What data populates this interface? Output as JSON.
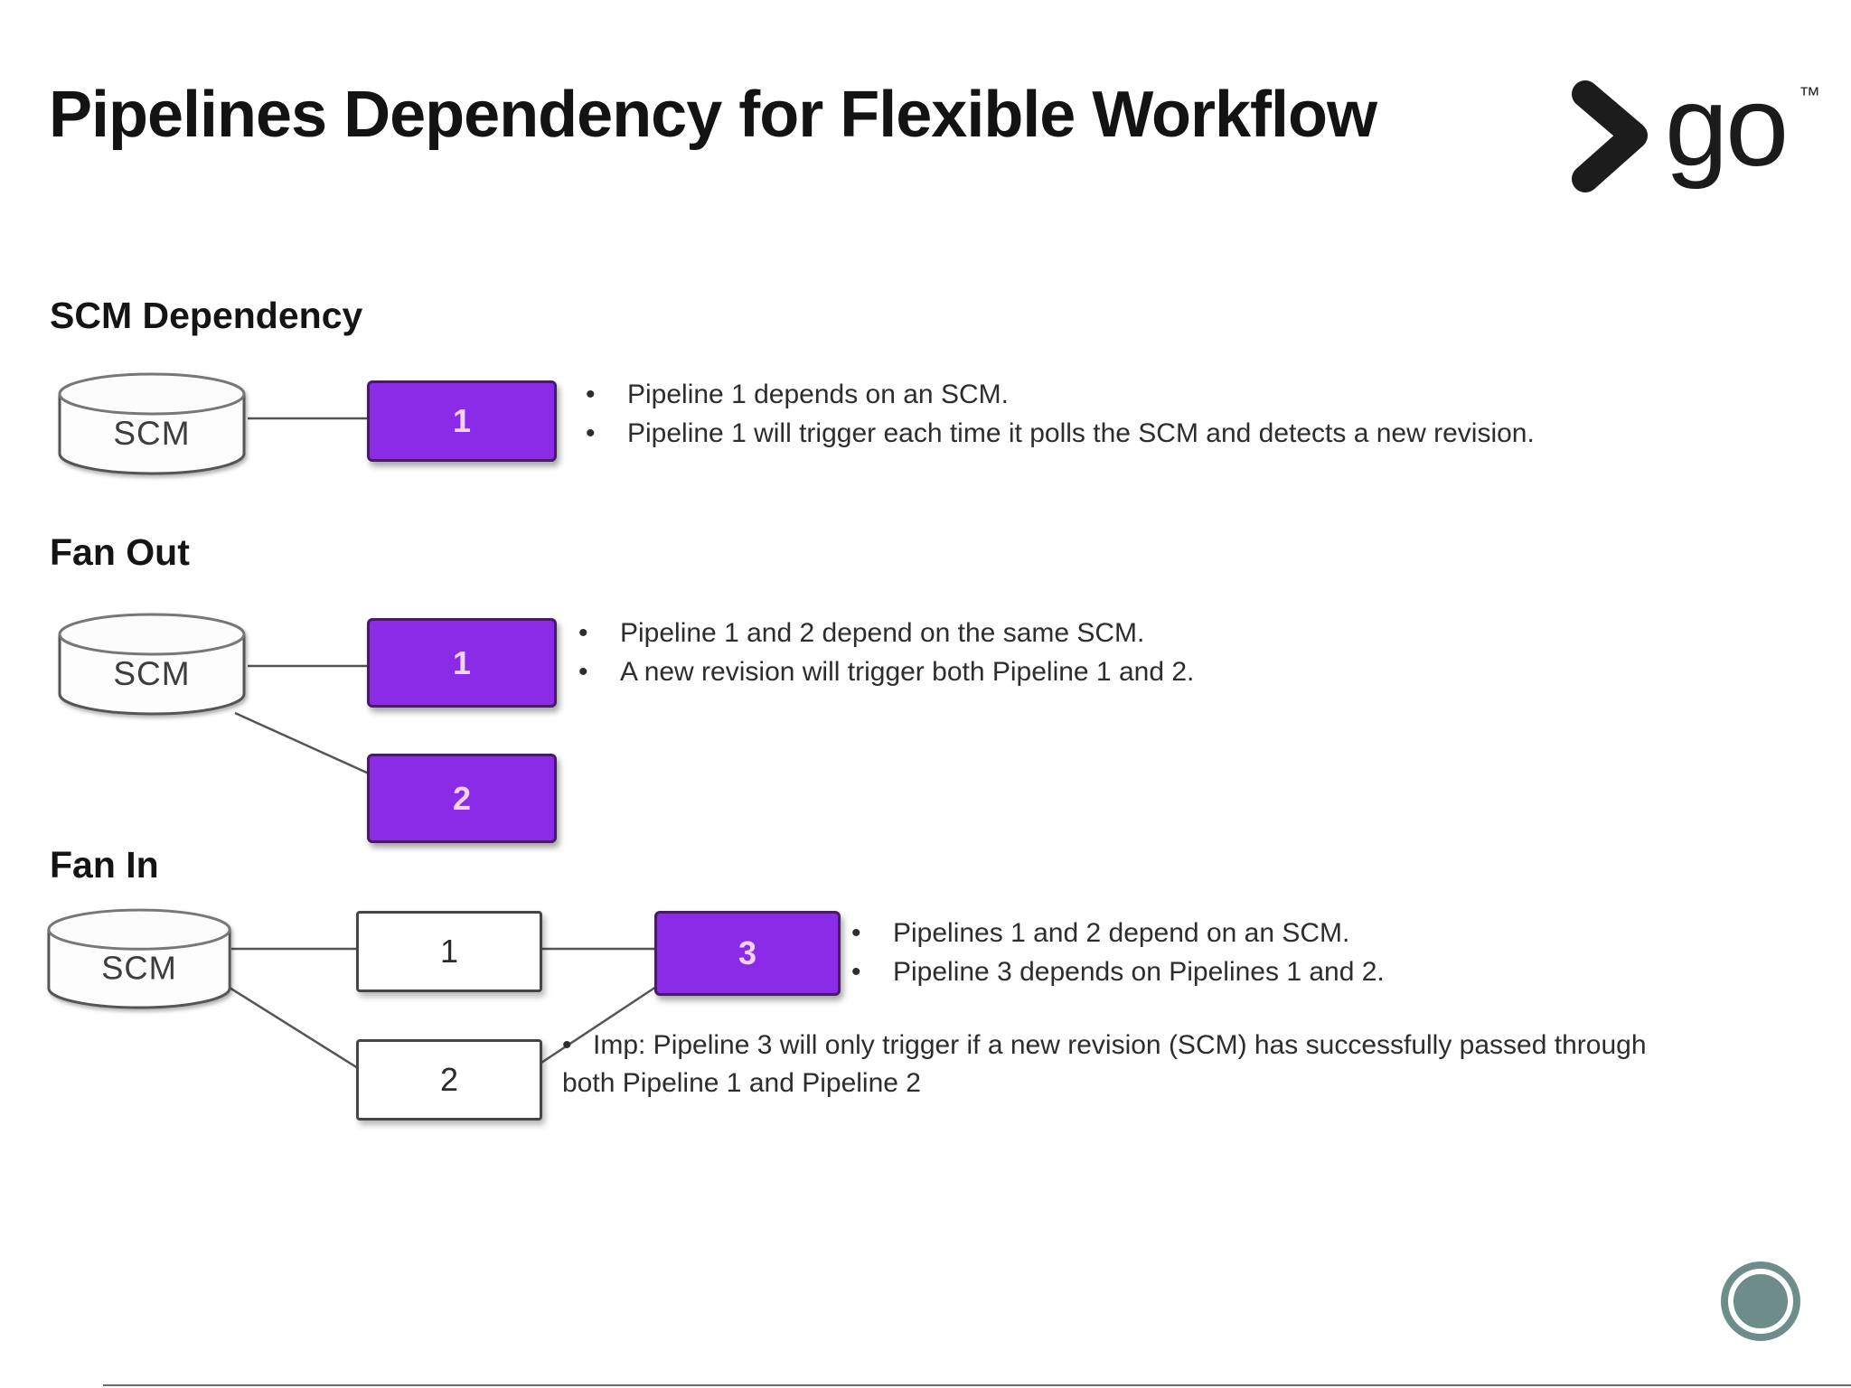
{
  "ui": {
    "bullet_char": "•"
  },
  "header": {
    "title": "Pipelines Dependency for Flexible Workflow",
    "logo": {
      "text": "go",
      "trademark": "™"
    }
  },
  "sections": [
    {
      "heading": "SCM Dependency",
      "scm_label": "SCM",
      "boxes": [
        {
          "label": "1"
        }
      ],
      "bullets": [
        "Pipeline 1 depends on an SCM.",
        "Pipeline 1 will trigger each time it polls the SCM and detects a new revision."
      ]
    },
    {
      "heading": "Fan Out",
      "scm_label": "SCM",
      "boxes": [
        {
          "label": "1"
        },
        {
          "label": "2"
        }
      ],
      "bullets": [
        "Pipeline 1 and 2 depend on the same SCM.",
        "A new revision will trigger both Pipeline 1 and 2."
      ]
    },
    {
      "heading": "Fan In",
      "scm_label": "SCM",
      "boxes": [
        {
          "label": "1"
        },
        {
          "label": "2"
        },
        {
          "label": "3"
        }
      ],
      "bullets": [
        "Pipelines 1 and 2 depend on an SCM.",
        "Pipeline 3 depends on Pipelines 1 and 2."
      ],
      "note": {
        "line1": "Imp: Pipeline 3 will only trigger if a new revision (SCM) has successfully passed through",
        "line2": "both Pipeline 1 and Pipeline 2"
      }
    }
  ],
  "colors": {
    "purple": "#8a2be8",
    "purple_border": "#491b66",
    "purple_label": "#f3d2f0",
    "white_box_border": "#454545",
    "connector": "#555555",
    "teal_circle": "#6e8d8a"
  }
}
